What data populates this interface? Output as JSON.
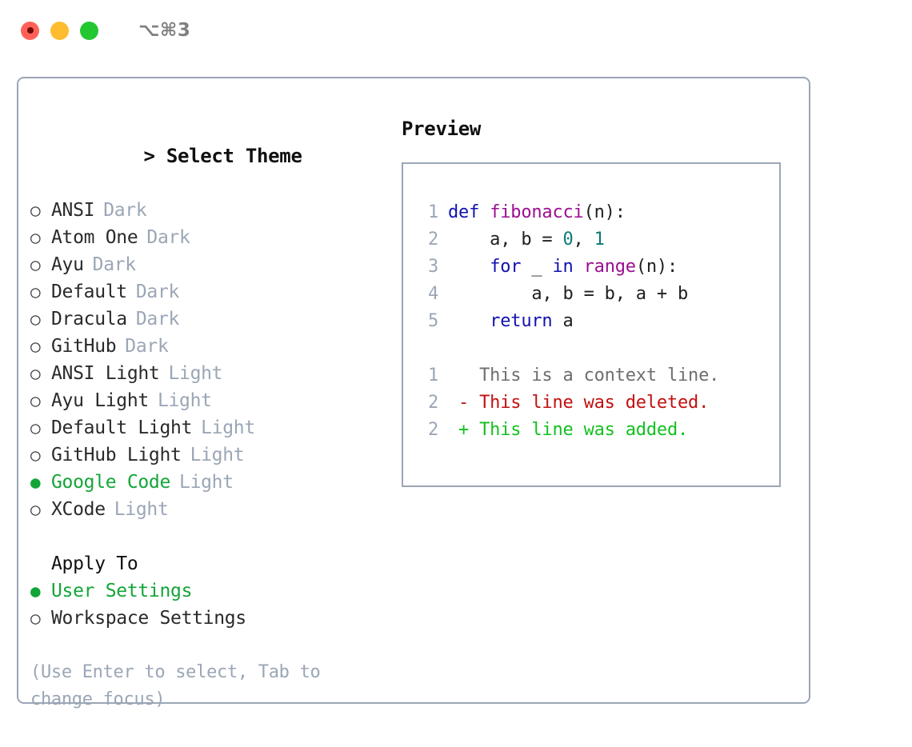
{
  "window": {
    "title": "⌥⌘3",
    "traffic_lights": [
      {
        "name": "close-button",
        "color": "#ff6158"
      },
      {
        "name": "minimize-button",
        "color": "#febc2e"
      },
      {
        "name": "maximize-button",
        "color": "#23c732"
      }
    ]
  },
  "theme_selector": {
    "heading": "Select Theme",
    "caret": ">",
    "bullet_on": "●",
    "bullet_off": "○",
    "items": [
      {
        "label": "ANSI",
        "tag": "Dark",
        "selected": false
      },
      {
        "label": "Atom One",
        "tag": "Dark",
        "selected": false
      },
      {
        "label": "Ayu",
        "tag": "Dark",
        "selected": false
      },
      {
        "label": "Default",
        "tag": "Dark",
        "selected": false
      },
      {
        "label": "Dracula",
        "tag": "Dark",
        "selected": false
      },
      {
        "label": "GitHub",
        "tag": "Dark",
        "selected": false
      },
      {
        "label": "ANSI Light",
        "tag": "Light",
        "selected": false
      },
      {
        "label": "Ayu Light",
        "tag": "Light",
        "selected": false
      },
      {
        "label": "Default Light",
        "tag": "Light",
        "selected": false
      },
      {
        "label": "GitHub Light",
        "tag": "Light",
        "selected": false
      },
      {
        "label": "Google Code",
        "tag": "Light",
        "selected": true
      },
      {
        "label": "XCode",
        "tag": "Light",
        "selected": false
      }
    ]
  },
  "apply_to": {
    "heading": "Apply To",
    "items": [
      {
        "label": "User Settings",
        "selected": true
      },
      {
        "label": "Workspace Settings",
        "selected": false
      }
    ]
  },
  "hint": "(Use Enter to select, Tab to change focus)",
  "preview": {
    "heading": "Preview",
    "code_lines": [
      {
        "number": "1",
        "tokens": [
          {
            "text": "def ",
            "type": "kw"
          },
          {
            "text": "fibonacci",
            "type": "fn"
          },
          {
            "text": "(n):",
            "type": "plain"
          }
        ]
      },
      {
        "number": "2",
        "tokens": [
          {
            "text": "    a, b = ",
            "type": "plain"
          },
          {
            "text": "0",
            "type": "num"
          },
          {
            "text": ", ",
            "type": "plain"
          },
          {
            "text": "1",
            "type": "num"
          }
        ]
      },
      {
        "number": "3",
        "tokens": [
          {
            "text": "    ",
            "type": "plain"
          },
          {
            "text": "for",
            "type": "kw"
          },
          {
            "text": " _ ",
            "type": "plain"
          },
          {
            "text": "in",
            "type": "kw"
          },
          {
            "text": " ",
            "type": "plain"
          },
          {
            "text": "range",
            "type": "fn"
          },
          {
            "text": "(n):",
            "type": "plain"
          }
        ]
      },
      {
        "number": "4",
        "tokens": [
          {
            "text": "        a, b = b, a + b",
            "type": "plain"
          }
        ]
      },
      {
        "number": "5",
        "tokens": [
          {
            "text": "    ",
            "type": "plain"
          },
          {
            "text": "return",
            "type": "kw"
          },
          {
            "text": " a",
            "type": "plain"
          }
        ]
      }
    ],
    "diff_lines": [
      {
        "number": "1",
        "marker": " ",
        "text": "This is a context line.",
        "kind": "ctx"
      },
      {
        "number": "2",
        "marker": "-",
        "text": "This line was deleted.",
        "kind": "del"
      },
      {
        "number": "2",
        "marker": "+",
        "text": "This line was added.",
        "kind": "add"
      }
    ]
  },
  "colors": {
    "accent_green": "#13a538",
    "muted_blue_gray": "#9ba6b6",
    "keyword_blue": "#1111b0",
    "function_magenta": "#9b0f90",
    "number_teal": "#0b7a7a",
    "diff_deleted_red": "#c21010",
    "diff_added_green": "#13c01f",
    "border": "#9ba6b6"
  }
}
